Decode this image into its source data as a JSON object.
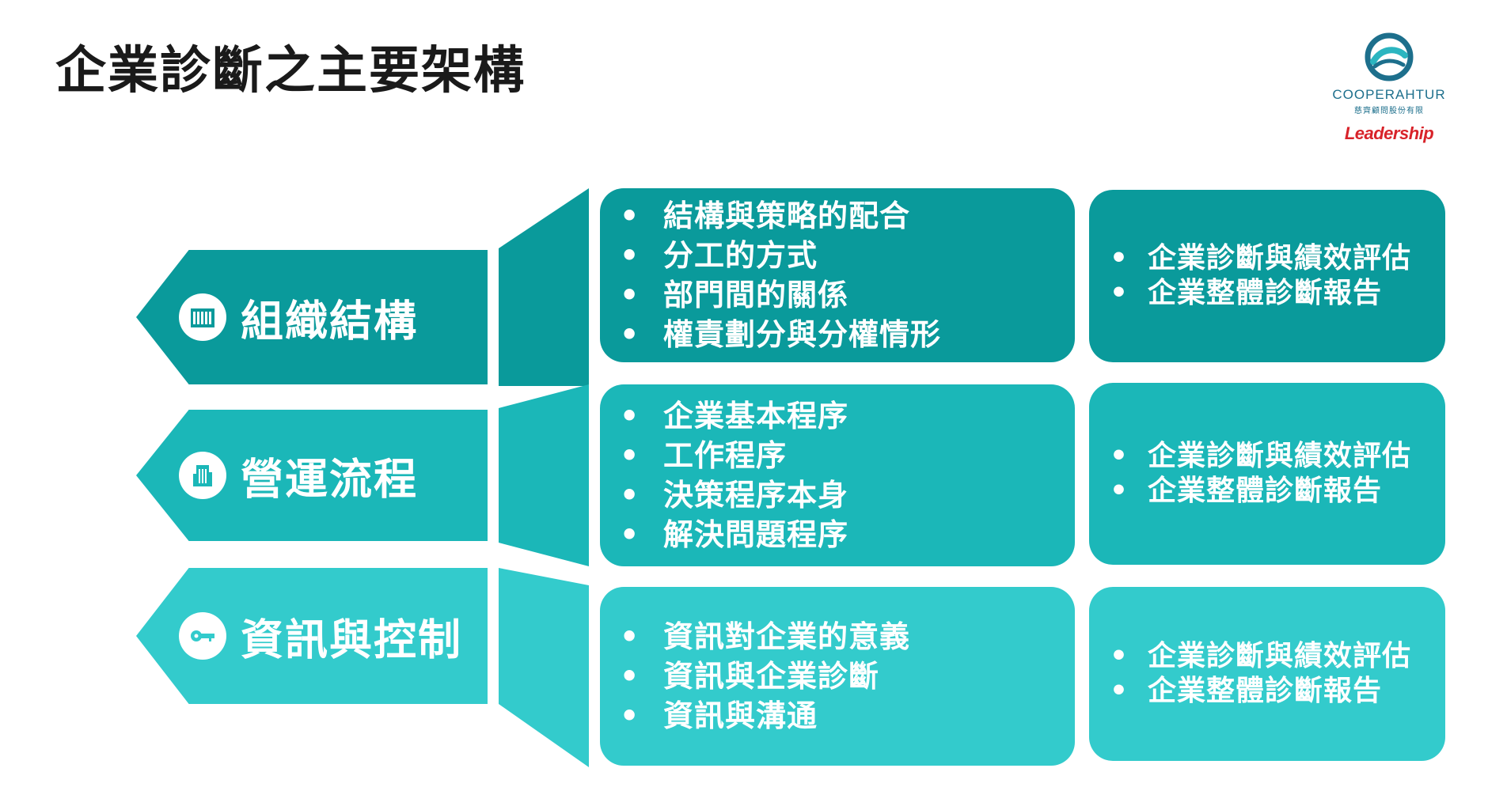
{
  "title": "企業診斷之主要架構",
  "logo": {
    "name_en": "COOPERAHTUR",
    "name_zh": "慈齊顧問股份有限",
    "tagline": "Leadership",
    "colors": {
      "ring": "#1d6f8c",
      "accent": "#2bb5c0",
      "tagline": "#d8232a"
    }
  },
  "rows": [
    {
      "label": "組織結構",
      "icon": "building-icon",
      "color": "#0a9a9b",
      "items": [
        "結構與策略的配合",
        "分工的方式",
        "部門間的關係",
        "權責劃分與分權情形"
      ],
      "outputs": [
        "企業診斷與績效評估",
        "企業整體診斷報告"
      ]
    },
    {
      "label": "營運流程",
      "icon": "office-building-icon",
      "color": "#1bb7b8",
      "items": [
        "企業基本程序",
        "工作程序",
        "決策程序本身",
        "解決問題程序"
      ],
      "outputs": [
        "企業診斷與績效評估",
        "企業整體診斷報告"
      ]
    },
    {
      "label": "資訊與控制",
      "icon": "key-icon",
      "color": "#33cbcc",
      "items": [
        "資訊對企業的意義",
        "資訊與企業診斷",
        "資訊與溝通"
      ],
      "outputs": [
        "企業診斷與績效評估",
        "企業整體診斷報告"
      ]
    }
  ]
}
